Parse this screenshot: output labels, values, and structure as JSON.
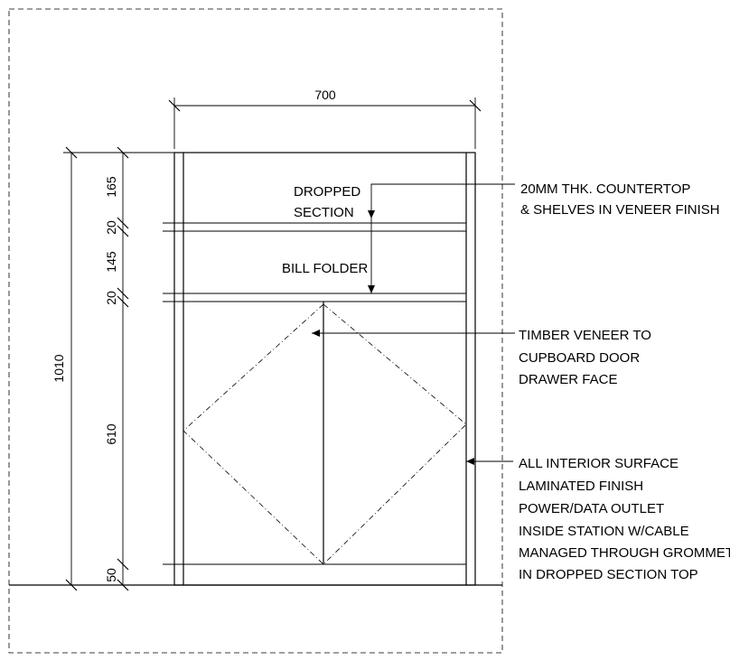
{
  "dimensions": {
    "width": "700",
    "total_height": "1010",
    "segments": [
      "165",
      "20",
      "145",
      "20",
      "610",
      "50"
    ]
  },
  "labels": {
    "dropped_section_1": "DROPPED",
    "dropped_section_2": "SECTION",
    "bill_folder": "BILL FOLDER"
  },
  "notes": {
    "countertop": [
      "20MM THK. COUNTERTOP",
      "& SHELVES IN VENEER FINISH"
    ],
    "veneer": [
      "TIMBER VENEER TO",
      "CUPBOARD DOOR",
      "DRAWER FACE"
    ],
    "interior": [
      "ALL INTERIOR SURFACE",
      "LAMINATED FINISH",
      "POWER/DATA OUTLET",
      "INSIDE STATION W/CABLE",
      "MANAGED THROUGH GROMMET",
      "IN DROPPED SECTION TOP"
    ]
  }
}
